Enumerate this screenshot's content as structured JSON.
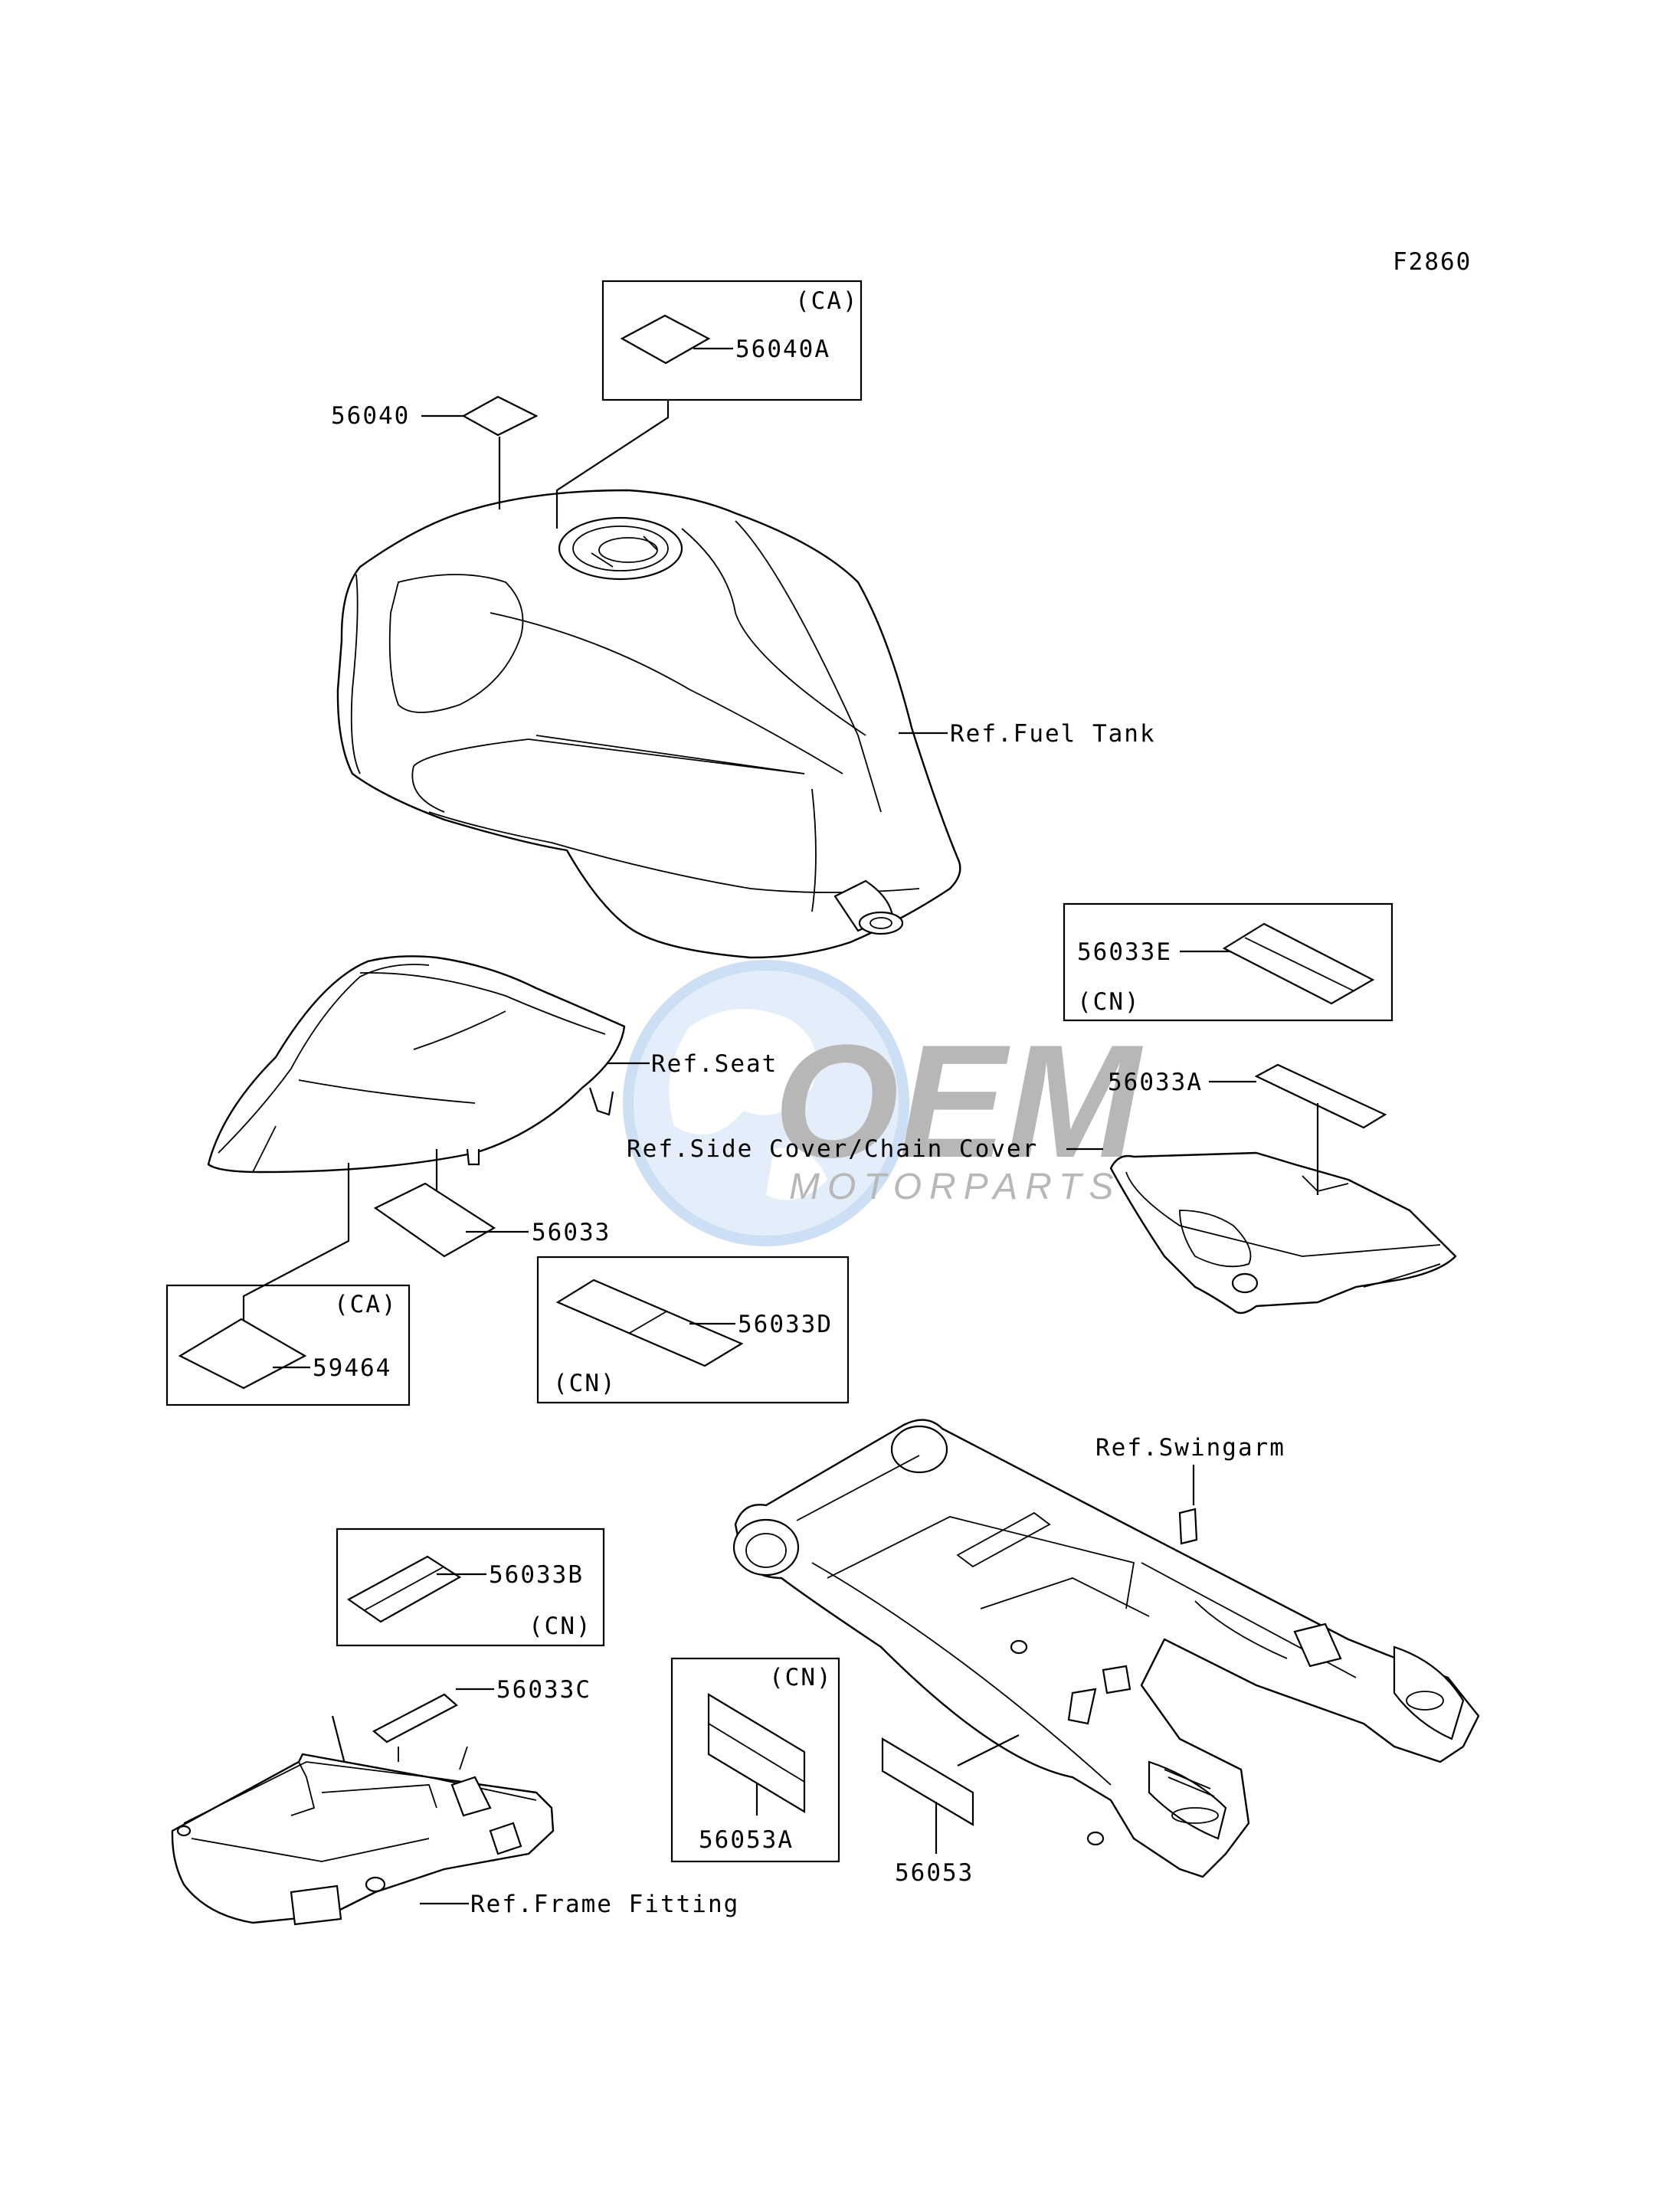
{
  "figure_code": "F2860",
  "watermark": {
    "brand": "OEM",
    "sub": "MOTORPARTS",
    "color": "#4a90d9"
  },
  "callouts": {
    "p56040": "56040",
    "p56040A": "56040A",
    "ca_top": "(CA)",
    "fuel_tank": "Ref.Fuel Tank",
    "p56033E": "56033E",
    "cn_e": "(CN)",
    "seat": "Ref.Seat",
    "p56033A": "56033A",
    "side_cover": "Ref.Side Cover/Chain Cover",
    "p56033": "56033",
    "ca_bottom": "(CA)",
    "p59464": "59464",
    "p56033D": "56033D",
    "cn_d": "(CN)",
    "swingarm": "Ref.Swingarm",
    "p56033B": "56033B",
    "cn_b": "(CN)",
    "p56033C": "56033C",
    "cn_53a": "(CN)",
    "p56053A": "56053A",
    "p56053": "56053",
    "frame_fitting": "Ref.Frame Fitting"
  }
}
